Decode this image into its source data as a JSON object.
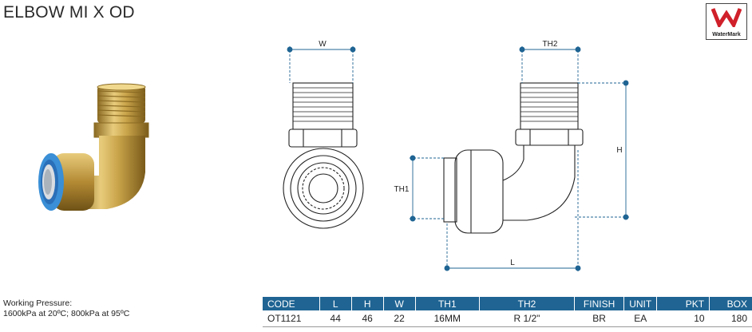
{
  "title": "ELBOW MI X OD",
  "certification": {
    "label": "WaterMark",
    "icon": "watermark-logo-icon"
  },
  "drawing": {
    "dim_w": "W",
    "dim_th2": "TH2",
    "dim_h": "H",
    "dim_th1": "TH1",
    "dim_l": "L"
  },
  "pressure": {
    "label": "Working Pressure:",
    "value": "1600kPa at 20ºC; 800kPa at 95ºC"
  },
  "table": {
    "headers": [
      "CODE",
      "L",
      "H",
      "W",
      "TH1",
      "TH2",
      "FINISH",
      "UNIT",
      "PKT",
      "BOX"
    ],
    "row": [
      "OT1121",
      "44",
      "46",
      "22",
      "16MM",
      "R 1/2\"",
      "BR",
      "EA",
      "10",
      "180"
    ]
  },
  "colors": {
    "header_bg": "#1f6493",
    "brass": "#c9a44a",
    "collar_blue": "#3a8fd6",
    "logo_red": "#d0202a"
  }
}
